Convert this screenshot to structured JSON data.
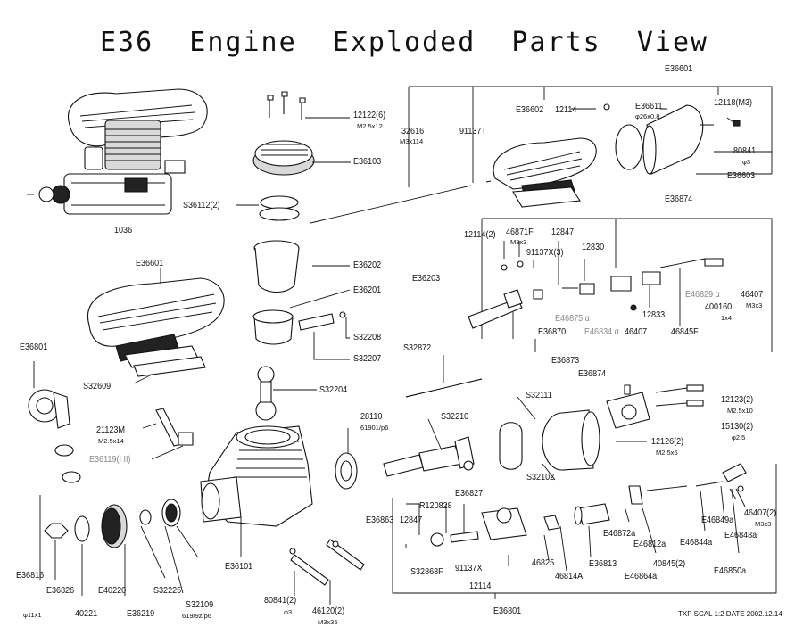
{
  "title": "E36  Engine  Exploded  Parts  View",
  "footer": "TXP  SCAL 1:2  DATE 2002.12.14",
  "labels": {
    "l_1036": "1036",
    "l_12122": "12122(6)",
    "l_12122_s": "M2.5x12",
    "l_e36103": "E36103",
    "l_s36112": "S36112(2)",
    "l_e36202": "E36202",
    "l_e36201": "E36201",
    "l_e36203": "E36203",
    "l_s32208": "S32208",
    "l_s32207": "S32207",
    "l_s32204": "S32204",
    "l_e36601a": "E36601",
    "l_e36601b": "E36601",
    "l_32616": "32616",
    "l_32616_s": "M3x114",
    "l_91137t": "91137T",
    "l_e36602": "E36602",
    "l_12114a": "12114",
    "l_e36611": "E36611",
    "l_e36611_s": "φ26x0.8",
    "l_12118": "12118(M3)",
    "l_80841a": "80841",
    "l_80841a_s": "φ3",
    "l_e36603": "E36603",
    "l_e36874a": "E36874",
    "l_12114_2": "12114(2)",
    "l_46871f": "46871F",
    "l_46871f_s": "M3x3",
    "l_91137x3": "91137X(3)",
    "l_12847a": "12847",
    "l_12830": "12830",
    "l_e46829": "E46829 α",
    "l_46407a": "46407",
    "l_46407a_s": "M3x3",
    "l_400160": "400160",
    "l_400160_s": "1x4",
    "l_e46875": "E46875 α",
    "l_e46834": "E46834 α",
    "l_46407b": "46407",
    "l_12833": "12833",
    "l_46845f": "46845F",
    "l_e36870": "E36870",
    "l_e36873": "E36873",
    "l_s32872": "S32872",
    "l_e36801a": "E36801",
    "l_s32609": "S32609",
    "l_21123m": "21123M",
    "l_21123m_s": "M2.5x14",
    "l_e36119": "E36119(I II)",
    "l_28110": "28110",
    "l_28110_s": "61901/p6",
    "l_s32210": "S32210",
    "l_s32111": "S32111",
    "l_e36874b": "E36874",
    "l_12123": "12123(2)",
    "l_12123_s": "M2.5x10",
    "l_15130": "15130(2)",
    "l_15130_s": "φ2.5",
    "l_12126": "12126(2)",
    "l_12126_s": "M2.5x6",
    "l_s32102": "S32102",
    "l_e36827": "E36827",
    "l_r120828": "R120828",
    "l_e36863": "E36863",
    "l_12847b": "12847",
    "l_e46872a": "E46872a",
    "l_e46812a": "E46812a",
    "l_40845": "40845(2)",
    "l_e46849a": "E46849a",
    "l_e46848a": "E46848a",
    "l_46407_2": "46407(2)",
    "l_46407_2_s": "M3x3",
    "l_s32868f": "S32868F",
    "l_91137x": "91137X",
    "l_46825": "46825",
    "l_46814a": "46814A",
    "l_e36813": "E36813",
    "l_e46864a": "E46864a",
    "l_e46844a": "E46844a",
    "l_e46850a": "E46850a",
    "l_12114b": "12114",
    "l_e36801b": "E36801",
    "l_e36816": "E36816",
    "l_e36816_s": "φ11x1",
    "l_e36826": "E36826",
    "l_40221": "40221",
    "l_e40220": "E40220",
    "l_e36219": "E36219",
    "l_s32225": "S32225",
    "l_s32109": "S32109",
    "l_s32109_s": "619/9z/p6",
    "l_e36101": "E36101",
    "l_80841b": "80841(2)",
    "l_80841b_s": "φ3",
    "l_46120": "46120(2)",
    "l_46120_s": "M3x35"
  }
}
